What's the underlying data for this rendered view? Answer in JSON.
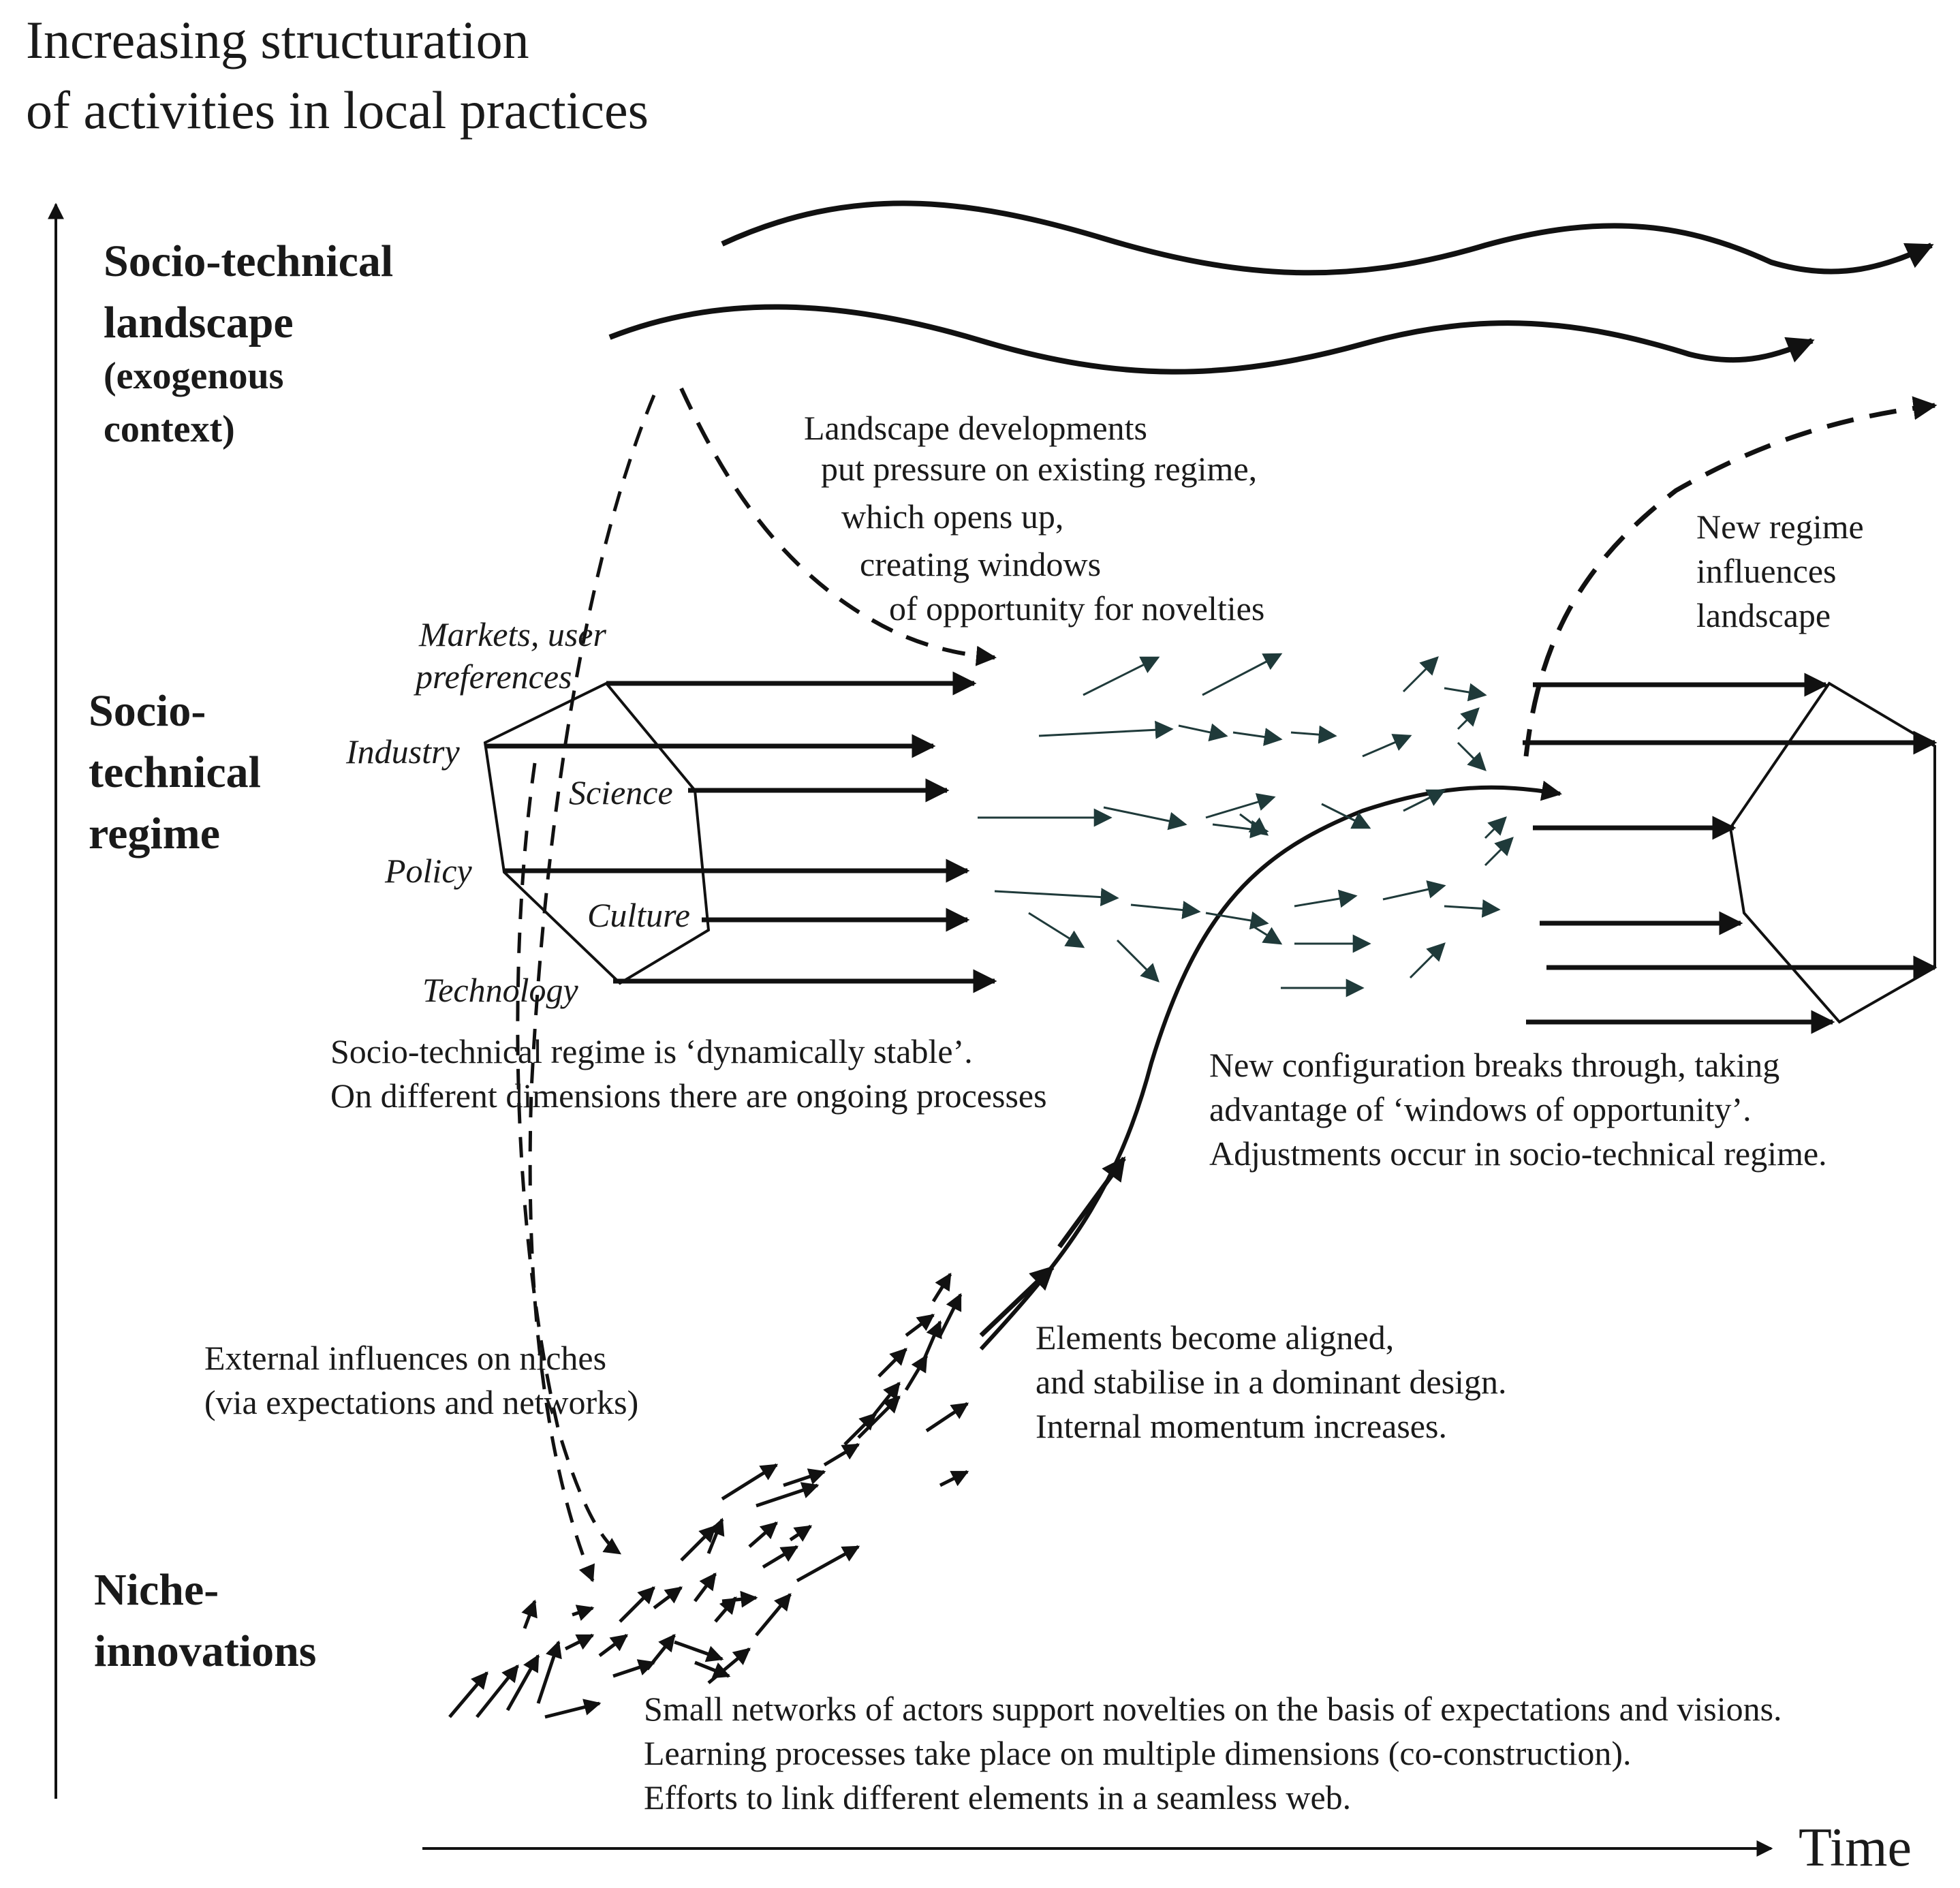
{
  "y_axis_label": [
    "Increasing structuration",
    "of activities in local practices"
  ],
  "x_axis_label": "Time",
  "levels": {
    "landscape": [
      "Socio-technical",
      "landscape",
      "(exogenous",
      "context)"
    ],
    "regime": [
      "Socio-",
      "technical",
      "regime"
    ],
    "niche": [
      "Niche-",
      "innovations"
    ]
  },
  "regime_dimensions": {
    "markets": [
      "Markets, user",
      "preferences"
    ],
    "industry": "Industry",
    "science": "Science",
    "policy": "Policy",
    "culture": "Culture",
    "technology": "Technology"
  },
  "annotations": {
    "landscape_pressure": [
      "Landscape developments",
      "put pressure on existing regime,",
      "which opens up,",
      "creating windows",
      "of opportunity for novelties"
    ],
    "new_regime": [
      "New regime",
      "influences",
      "landscape"
    ],
    "regime_stable": [
      "Socio-technical regime is ‘dynamically stable’.",
      "On different dimensions there are ongoing processes"
    ],
    "breakthrough": [
      "New configuration breaks through, taking",
      "advantage of ‘windows of opportunity’.",
      "Adjustments occur in socio-technical regime."
    ],
    "external": [
      "External influences on niches",
      "(via expectations and networks)"
    ],
    "aligned": [
      "Elements become aligned,",
      "and stabilise in a dominant design.",
      "Internal momentum increases."
    ],
    "small_networks": [
      "Small networks of actors support novelties on the basis of expectations and visions.",
      "Learning processes take place on multiple dimensions (co-construction).",
      "Efforts to link different elements in a seamless web."
    ]
  },
  "colors": {
    "ink": "#111111",
    "thin_arrow": "#1f3a3a",
    "background": "#ffffff"
  }
}
